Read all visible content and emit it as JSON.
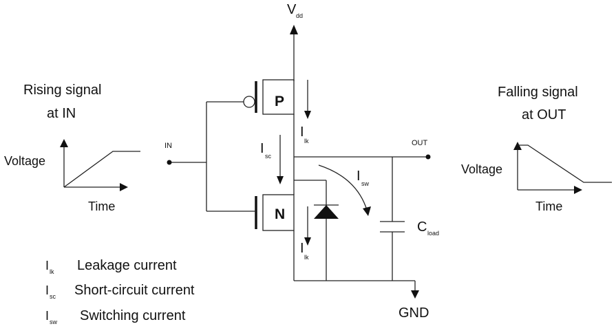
{
  "labels": {
    "vdd_main": "V",
    "vdd_sub": "dd",
    "gnd": "GND",
    "in": "IN",
    "out": "OUT",
    "pmos": "P",
    "nmos": "N",
    "cload_main": "C",
    "cload_sub": "load",
    "ilk_main": "I",
    "ilk_sub": "lk",
    "isc_main": "I",
    "isc_sub": "sc",
    "isw_main": "I",
    "isw_sub": "sw"
  },
  "input_panel": {
    "title_line1": "Rising signal",
    "title_line2": "at IN",
    "ylabel": "Voltage",
    "xlabel": "Time"
  },
  "output_panel": {
    "title_line1": "Falling signal",
    "title_line2": "at  OUT",
    "ylabel": "Voltage",
    "xlabel": "Time"
  },
  "legend": [
    {
      "symbol": "I",
      "sub": "lk",
      "text": "Leakage current"
    },
    {
      "symbol": "I",
      "sub": "sc",
      "text": "Short-circuit current"
    },
    {
      "symbol": "I",
      "sub": "sw",
      "text": "Switching current"
    }
  ]
}
